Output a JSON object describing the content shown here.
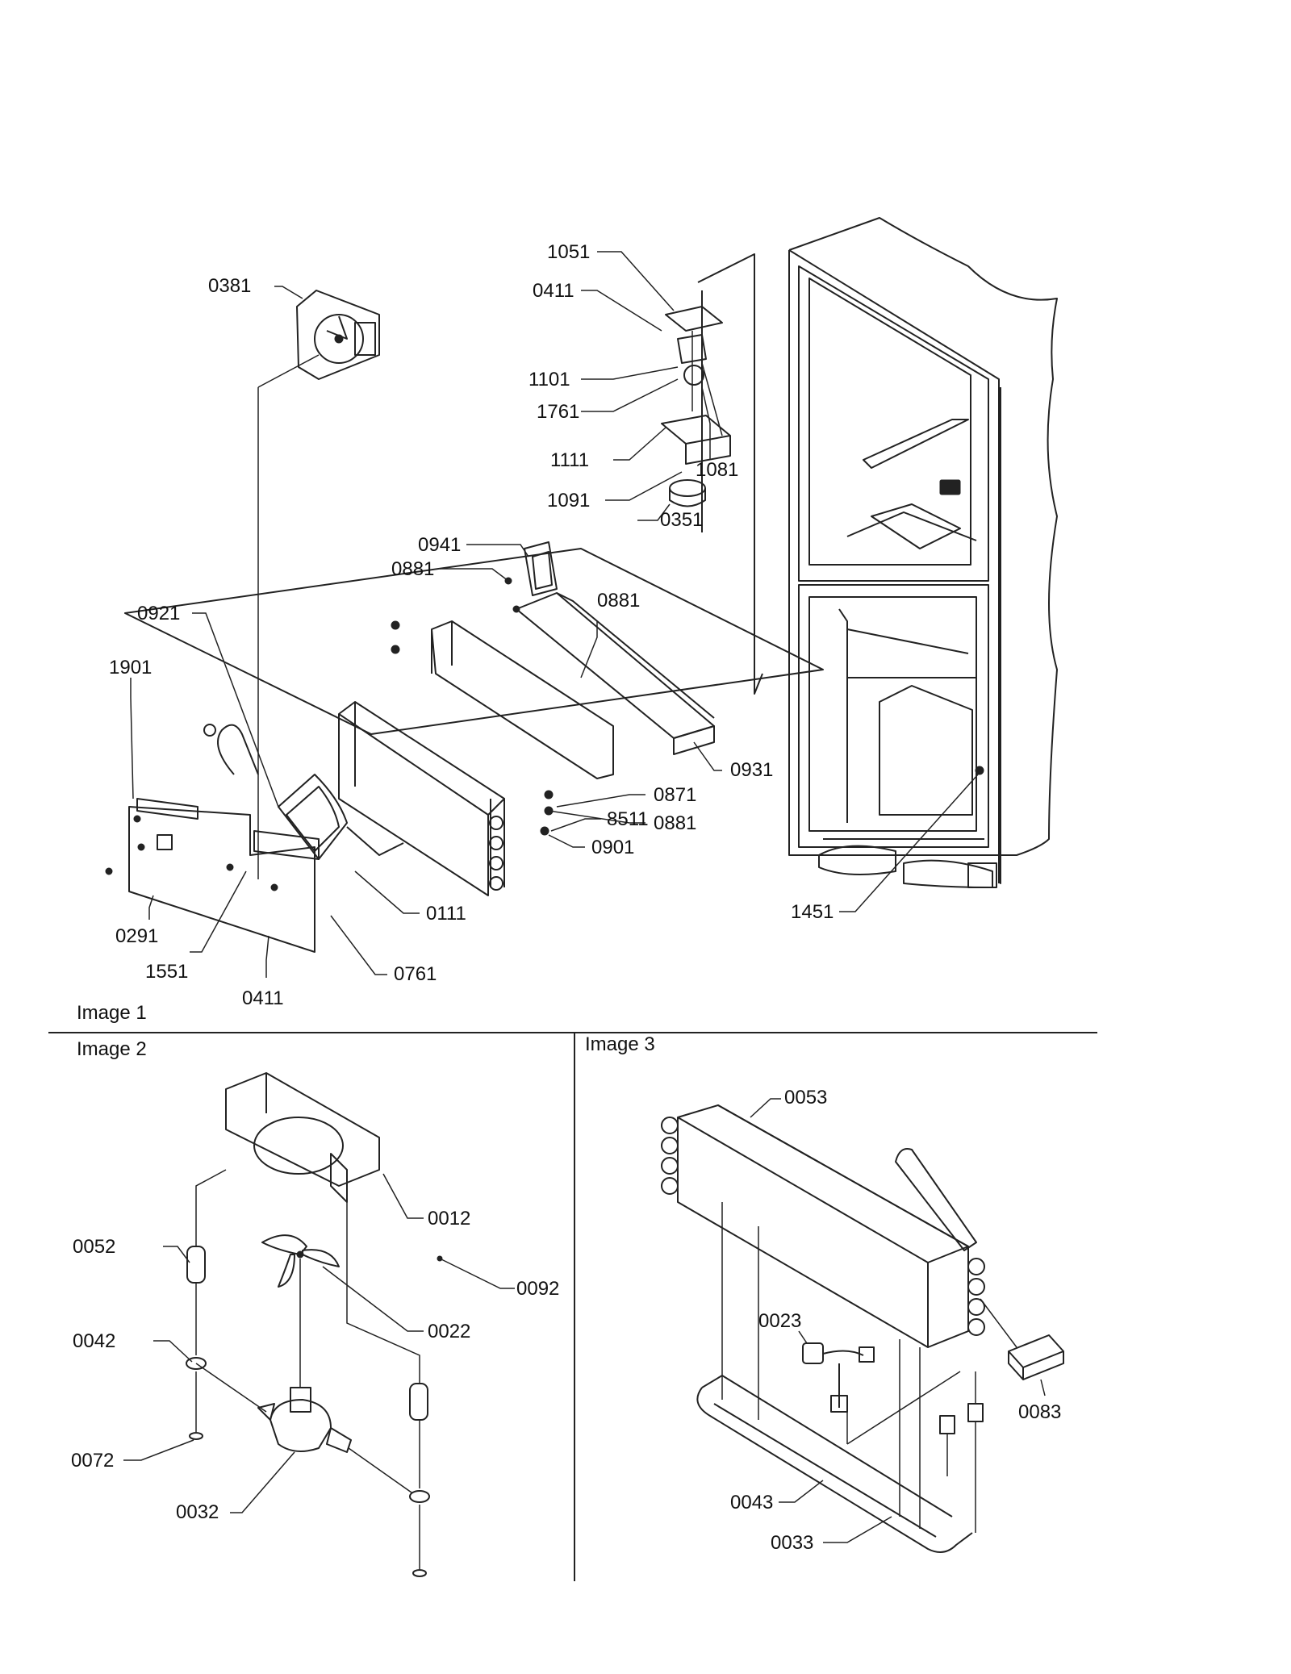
{
  "sections": {
    "image1": "Image 1",
    "image2": "Image 2",
    "image3": "Image 3"
  },
  "callouts": {
    "c1051": "1051",
    "c0411a": "0411",
    "c1101": "1101",
    "c1761": "1761",
    "c1111": "1111",
    "c1081": "1081",
    "c1091": "1091",
    "c0351": "0351",
    "c0381": "0381",
    "c0941": "0941",
    "c0881a": "0881",
    "c0881b": "0881",
    "c0921": "0921",
    "c1901": "1901",
    "c0931": "0931",
    "c0871": "0871",
    "c8511": "8511",
    "c0881c": "0881",
    "c0901": "0901",
    "c0111": "0111",
    "c0291": "0291",
    "c1551": "1551",
    "c0411b": "0411",
    "c0761": "0761",
    "c1451": "1451",
    "c0012": "0012",
    "c0052": "0052",
    "c0092": "0092",
    "c0022": "0022",
    "c0042": "0042",
    "c0072": "0072",
    "c0032": "0032",
    "c0053": "0053",
    "c0023": "0023",
    "c0083": "0083",
    "c0043": "0043",
    "c0033": "0033"
  }
}
